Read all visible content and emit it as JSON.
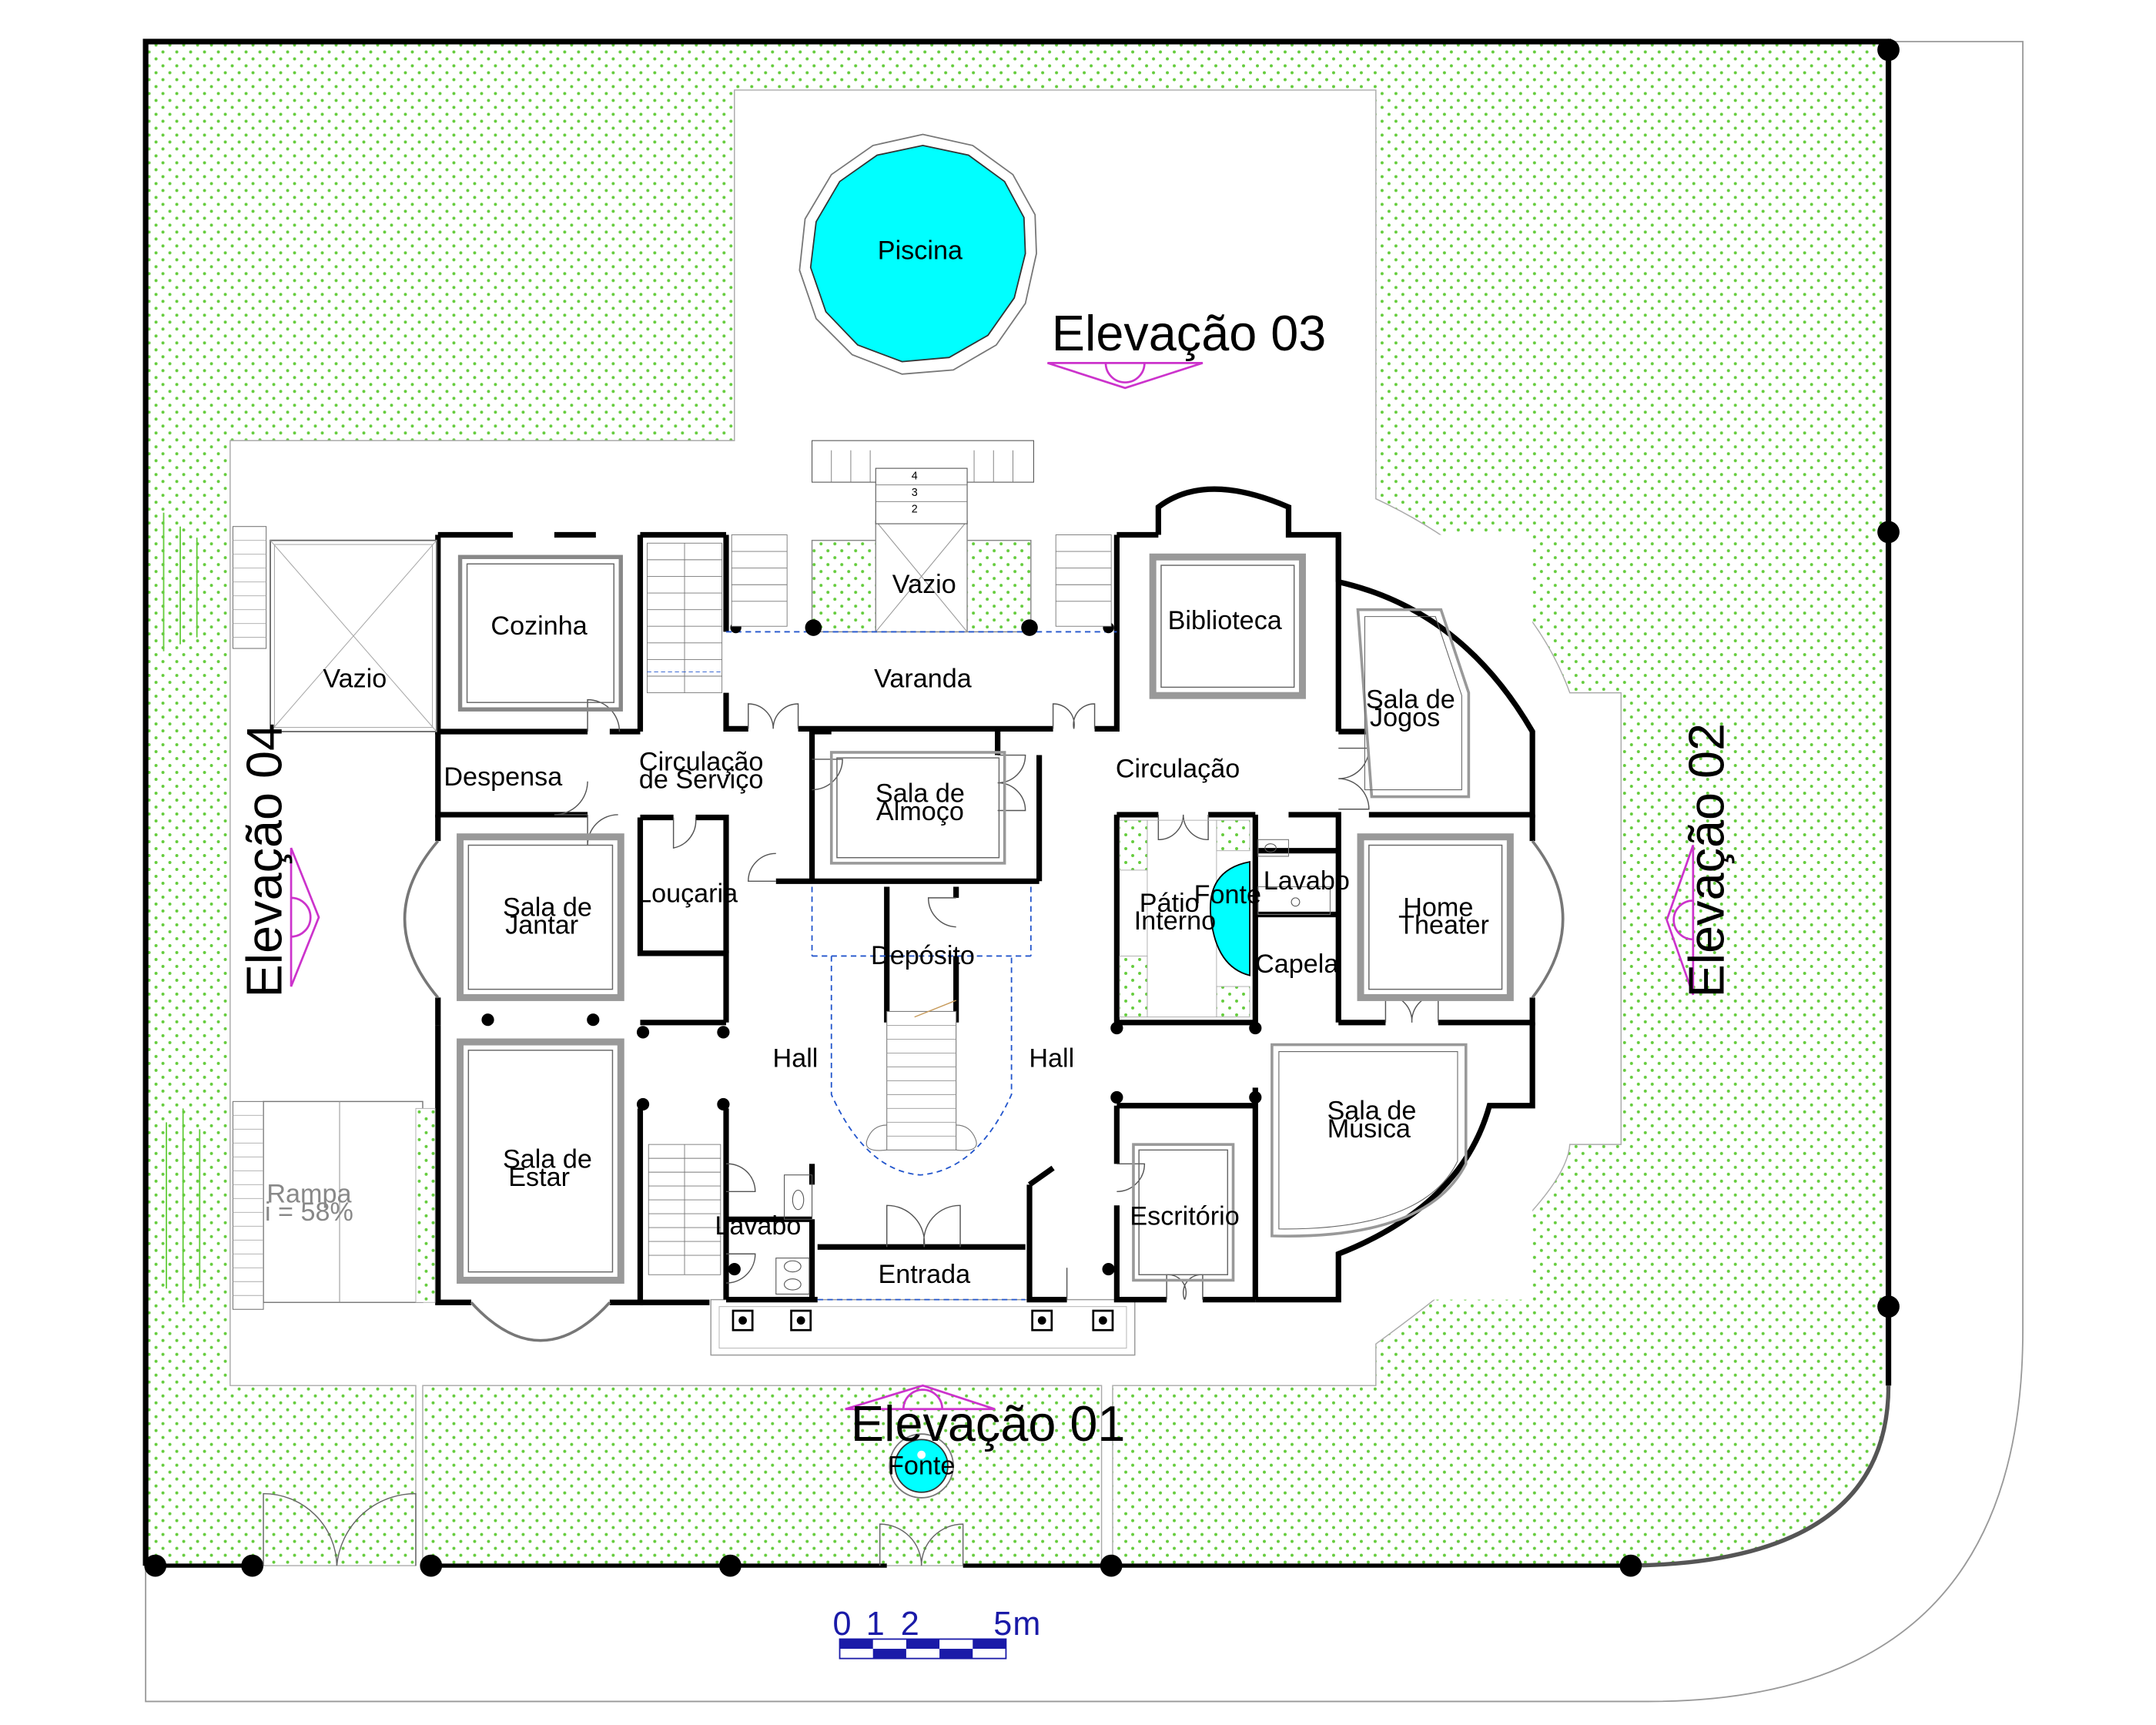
{
  "colors": {
    "lawn": "#caf0bf",
    "lawn_dots": "#64cc3c",
    "water": "#00ffff",
    "wall": "#000000",
    "elevation_marker": "#cc33cc",
    "stair_lines": "#2255cc",
    "scale_bar": "#1a1aa8"
  },
  "rooms": {
    "piscina": "Piscina",
    "vazio_varanda": "Vazio",
    "varanda": "Varanda",
    "vazio_lateral": "Vazio",
    "cozinha": "Cozinha",
    "despensa": "Despensa",
    "circulacao_servico_1": "Circulação",
    "circulacao_servico_2": "de Serviço",
    "sala_almoco_1": "Sala de",
    "sala_almoco_2": "Almoço",
    "biblioteca": "Biblioteca",
    "sala_jogos_1": "Sala de",
    "sala_jogos_2": "Jogos",
    "circulacao": "Circulação",
    "sala_jantar_1": "Sala de",
    "sala_jantar_2": "Jantar",
    "loucaria": "Louçaria",
    "deposito": "Depósito",
    "patio_1": "Pátio",
    "patio_2": "Interno",
    "fonte_interna": "Fonte",
    "lavabo_1": "Lavabo",
    "capela": "Capela",
    "home_theater_1": "Home",
    "home_theater_2": "Theater",
    "hall_left": "Hall",
    "hall_right": "Hall",
    "sala_estar_1": "Sala de",
    "sala_estar_2": "Estar",
    "lavabo_2": "Lavabo",
    "entrada": "Entrada",
    "escritorio": "Escritório",
    "sala_musica_1": "Sala de",
    "sala_musica_2": "Música",
    "rampa_1": "Rampa",
    "rampa_2": "i = 58%",
    "fonte_externa": "Fonte"
  },
  "elevations": {
    "e01": "Elevação 01",
    "e02": "Elevação 02",
    "e03": "Elevação 03",
    "e04": "Elevação 04"
  },
  "scale": {
    "t0": "0",
    "t1": "1",
    "t2": "2",
    "t5": "5",
    "unit": "m"
  }
}
